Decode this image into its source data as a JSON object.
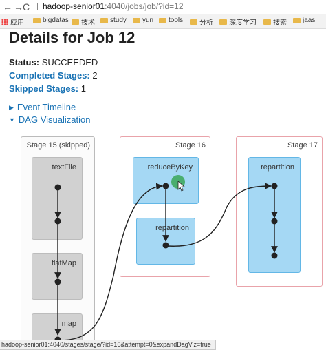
{
  "browser": {
    "url_host": "hadoop-senior01",
    "url_path": ":4040/jobs/job/?id=12",
    "bookmarks": [
      {
        "label": "应用",
        "icon": "apps-grid-icon"
      },
      {
        "label": "bigdatas",
        "icon": "folder-icon"
      },
      {
        "label": "技术",
        "icon": "folder-icon"
      },
      {
        "label": "study",
        "icon": "folder-icon"
      },
      {
        "label": "yun",
        "icon": "folder-icon"
      },
      {
        "label": "tools",
        "icon": "folder-icon"
      },
      {
        "label": "分析",
        "icon": "folder-icon"
      },
      {
        "label": "深度学习",
        "icon": "folder-icon"
      },
      {
        "label": "搜索",
        "icon": "folder-icon"
      },
      {
        "label": "jaas",
        "icon": "folder-icon"
      }
    ]
  },
  "page": {
    "title": "Details for Job 12",
    "status_label": "Status:",
    "status_value": "SUCCEEDED",
    "completed_label": "Completed Stages:",
    "completed_value": "2",
    "skipped_label": "Skipped Stages:",
    "skipped_value": "1",
    "event_timeline": "Event Timeline",
    "dag_visualization": "DAG Visualization"
  },
  "dag": {
    "stage15": {
      "title": "Stage 15 (skipped)",
      "rdds": [
        "textFile",
        "flatMap",
        "map"
      ]
    },
    "stage16": {
      "title": "Stage 16",
      "rdds": [
        "reduceByKey",
        "repartition"
      ]
    },
    "stage17": {
      "title": "Stage 17",
      "rdds": [
        "repartition"
      ]
    },
    "colors": {
      "skipped_border": "#bbbbbb",
      "stage_border": "#e9a3aa",
      "rdd_blue": "#a5d8f4",
      "rdd_grey": "#d1d1d1",
      "cursor_highlight": "#3aa757"
    }
  },
  "statusbar": {
    "text": "hadoop-senior01:4040/stages/stage/?id=16&attempt=0&expandDagViz=true"
  }
}
